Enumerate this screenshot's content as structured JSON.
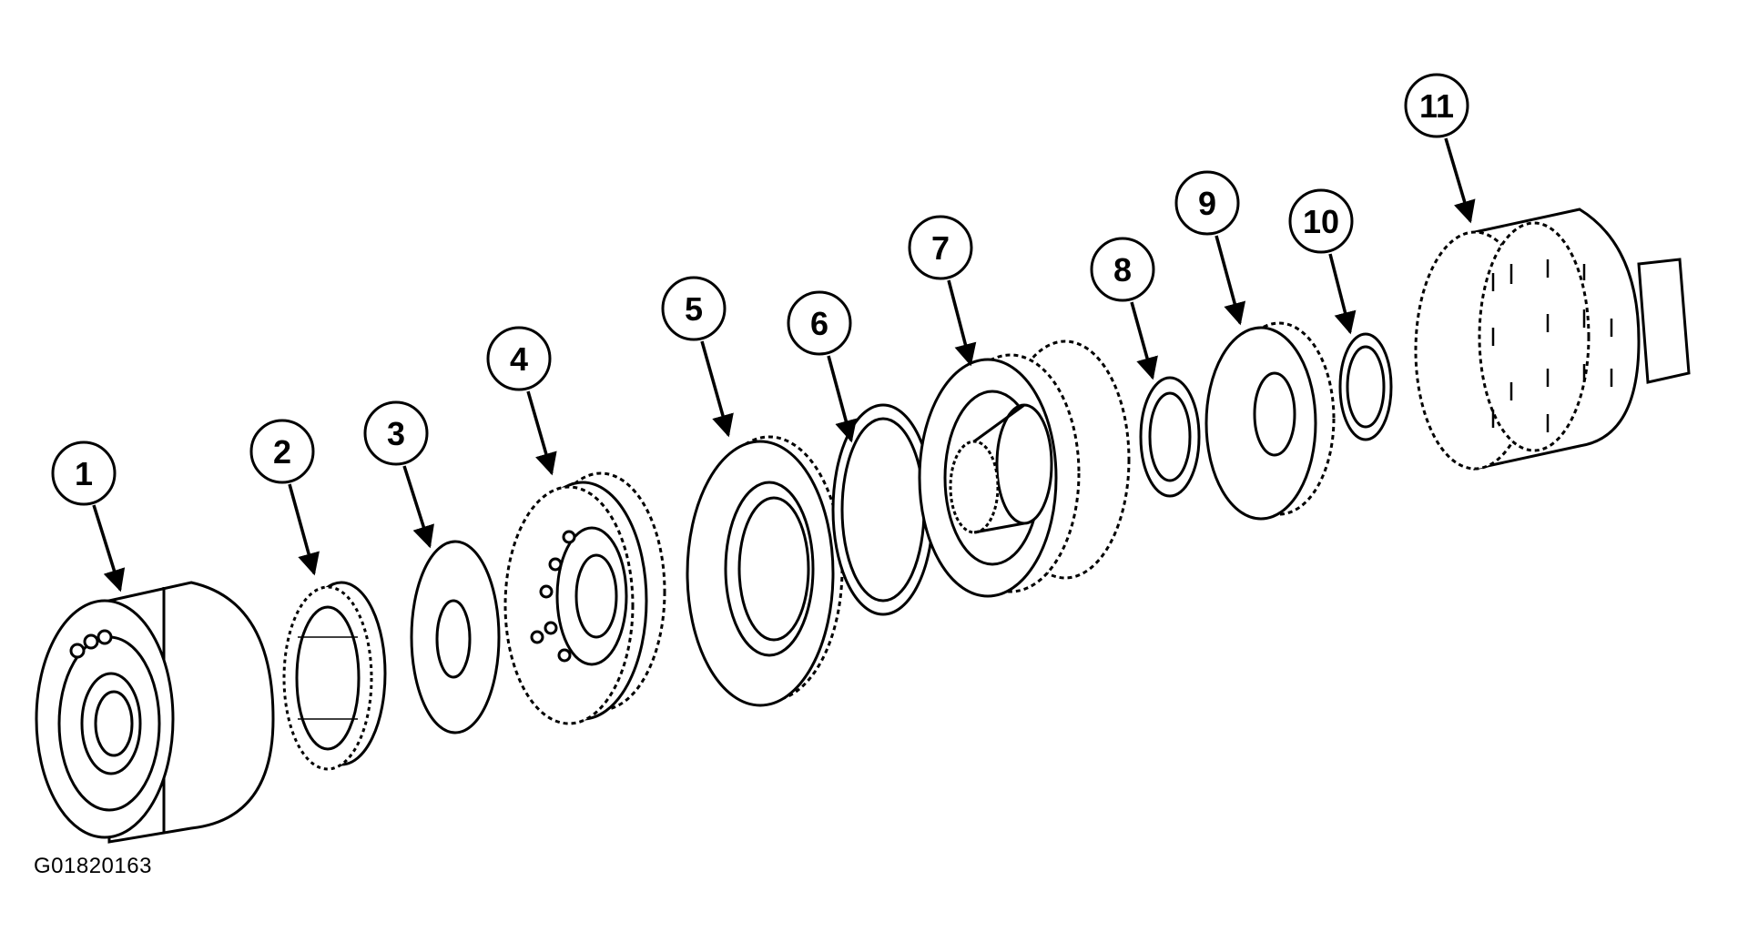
{
  "figure_id": "G01820163",
  "colors": {
    "ink": "#000000",
    "paper": "#ffffff"
  },
  "parts": [
    {
      "number": "1",
      "icon": "drum-housing-icon"
    },
    {
      "number": "2",
      "icon": "gear-ring-icon"
    },
    {
      "number": "3",
      "icon": "thrust-washer-icon"
    },
    {
      "number": "4",
      "icon": "planetary-carrier-icon"
    },
    {
      "number": "5",
      "icon": "sun-gear-shell-icon"
    },
    {
      "number": "6",
      "icon": "thrust-washer-icon"
    },
    {
      "number": "7",
      "icon": "planetary-gearset-icon"
    },
    {
      "number": "8",
      "icon": "thrust-bearing-icon"
    },
    {
      "number": "9",
      "icon": "ring-gear-icon"
    },
    {
      "number": "10",
      "icon": "thrust-bearing-icon"
    },
    {
      "number": "11",
      "icon": "clutch-drum-shaft-icon"
    }
  ]
}
